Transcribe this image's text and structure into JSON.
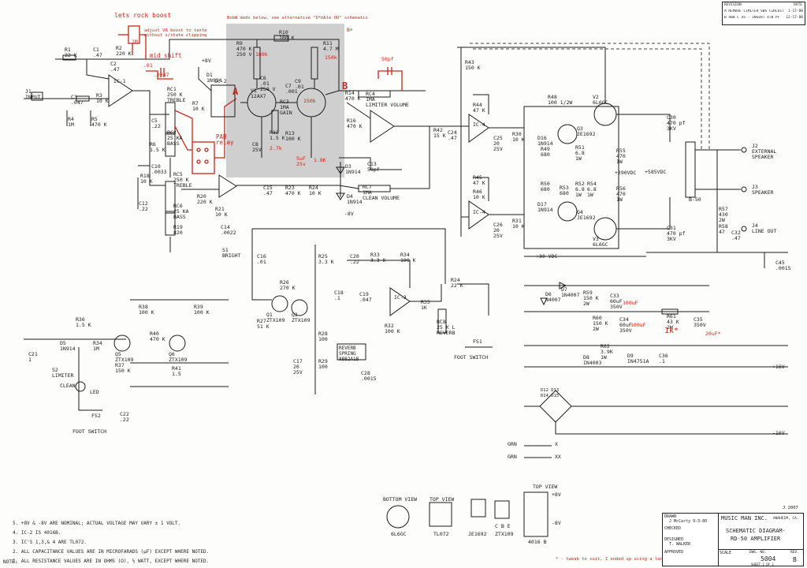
{
  "annotations": {
    "boost_title": "lets rock boost",
    "boost_note": "adjust VR boost to taste\nwithout s/state clipping",
    "boost_pot": "1M",
    "mid_shift": "mid shift",
    "mid_cap1": ".01",
    "mid_cap2": ".0047",
    "pab_relay": "PAB\nrelay",
    "bobw_note": "BobW mods below, see alternative \"D*mble OD\" schematic",
    "cap_50pf": "50pf",
    "point_a": "A",
    "point_b": "B",
    "bplus": "B+",
    "r9_red": "180k",
    "r11_red": "150k",
    "r13_red": "150k",
    "r12_red": "2.7k",
    "c_red": "5uF\n25v",
    "r_red": "1.8K",
    "cap_100uf_a": "100uF",
    "cap_100uf_b": "100uF",
    "r61_red": "1k*",
    "c35_red": "20uF*",
    "tweak_note": "* - tweak to suit, I ended up using a larger filter cap..."
  },
  "labels": {
    "input": "J1\nINPUT",
    "r1": "R1\n22 K",
    "c1": "C1\n.47",
    "r2": "R2\n220 K",
    "c2": "C2\n.47",
    "c3": "C3\n.047",
    "r3": "R3\n10 K",
    "r4": "R4\n1M",
    "r5": "R5\n470 K",
    "ic1": "IC-1",
    "rc1": "RC1\n250 K\nTREBLE",
    "rc2": "RC2\n25 KA\nBASS",
    "r6": "R6\n1.5 K",
    "c10": "C10\n.0033",
    "c12": "C12\n.22",
    "r18": "R18\n10 K",
    "rc5": "RC5\n250 K\nTREBLE",
    "rc6": "RC6\n25 KA\nBASS",
    "r19": "R19\n820",
    "c5": "C5\n.22",
    "r7": "R7\n10 K",
    "d1": "D1\n1N914",
    "ic2": "IC-2",
    "vplus8": "+8V",
    "r9": "R9\n470 K\n250 V",
    "r10": "R10\n100 K",
    "r11": "R11\n4.7 M",
    "v1": "V1\n12AX7",
    "c6": "C6\n.01\n250 V",
    "c7": "C7\n.001",
    "c9": "C9\n.01",
    "r12": "R12\n1.5 K",
    "r13": "R13\n100 K",
    "r14": "R14\n470 K",
    "rc3": "RC3\n1MA\nGAIN",
    "c8": "C8\n25V",
    "c15": "C15\n.47",
    "r23": "R23\n470 K",
    "r24": "R24\n10 K",
    "r20": "R20\n220 K",
    "r21": "R21\n10 K",
    "c14": "C14\n.0022",
    "s1": "S1\nBRIGHT",
    "rc4": "RC4\n1MA\nLIMITER VOLUME",
    "r16": "R16\n470 K",
    "c13": "C13\n50pf",
    "rc7": "RC7\n1MA\nCLEAN VOLUME",
    "d3": "D3\n1N914",
    "d4": "D4\n1N914",
    "minus8v": "-8V",
    "r42": "R42\n15 K",
    "c24": "C24\n.47",
    "r43": "R43\n150 K",
    "r44": "R44\n47 K",
    "ic4a": "IC-4",
    "ic4b": "IC-4",
    "c25": "C25\n20\n25V",
    "c26": "C26\n20\n25V",
    "r30": "R30\n10 K",
    "r31": "R31\n10 K",
    "r45": "R45\n47 K",
    "r46": "R46\n10 K",
    "r48": "R48\n100 1/2W",
    "r49": "R49\n680",
    "r50": "R50\n680",
    "r51": "R51\n6.8\n1W",
    "r52": "R52\n6.8\n1W",
    "r53": "R53\n680",
    "r54": "R54\n6.8\n1W",
    "q3": "Q3\nJE1692",
    "q4": "Q4\nJE1692",
    "d16": "D16\n1N914",
    "d17": "D17\n1N914",
    "v2": "V2\n6L6GC",
    "v3": "V3\n6L6GC",
    "r55": "R55\n470\n1W",
    "r56": "R56\n470\n1W",
    "c30": "C30\n470 pf\n3KV",
    "c31": "C31\n470 pf\n3KV",
    "b50": "B-50",
    "j2": "J2\nEXTERNAL\nSPEAKER",
    "j3": "J3\nSPEAKER",
    "j4": "J4\nLINE OUT",
    "r57": "R57\n430\n2W",
    "r58": "R58\n47",
    "c32": "C32\n.47",
    "c45": "C45\n.0015",
    "v585": "+585VDC",
    "v290": "+290VDC",
    "v30": "+30 VDC",
    "r25": "R25\n3.3 K",
    "c16": "C16\n.01",
    "r26": "R26\n270 K",
    "q1": "Q1\nZTX109",
    "q2": "Q2\nZTX109",
    "r27": "R27\n51 K",
    "c18": "C18\n.1",
    "r28": "R28\n100",
    "r29": "R29\n100",
    "c17": "C17\n20\n25V",
    "c20": "C20\n.22",
    "r33": "R33\n3.3 K",
    "r34": "R34\n100 K",
    "c19": "C19\n.047",
    "r32": "R32\n100 K",
    "ic3": "IC-3",
    "r35": "R35\n1K",
    "reverb": "REVERB\nSPRING\n8BB2A1B",
    "c28": "C28\n.0015",
    "rc8": "RC8\n25 K L\nREVERB",
    "r24b": "R24\n22 K",
    "fs1": "FS1",
    "foot_switch": "FOOT SWITCH",
    "d7": "D7\n1N4007",
    "d6": "D6\nN4007",
    "r59": "R59\n150 K\n2W",
    "r60": "R60\n150 K\n2W",
    "c33": "C33\n60uF\n350V",
    "c34": "C34\n60uF\n350V",
    "r61": "R61\n43 K\n2W",
    "c35": "C35\n350V",
    "d8": "D8\nIN4003",
    "r62": "R62\n3.9K\n1W",
    "d9": "D9\nIN4751A",
    "c36": "C36\n.1",
    "bridge": "D12 D13\nD14 D15",
    "r36": "R36\n1.5 K",
    "d5": "D5\n1N914",
    "r34b": "R34\n1M",
    "q5": "Q5\nZTX109",
    "q6": "Q6\nZTX109",
    "r38": "R38\n100 K",
    "r39": "R39\n100 K",
    "r40": "R40\n470 K",
    "r41": "R41\n1.5",
    "r37": "R37\n150 K",
    "c21": "C21\n1",
    "s2": "S2\nLIMITER",
    "clean": "CLEAN",
    "led": "LED",
    "fs2": "FS2",
    "c22": "C22\n.22",
    "foot_switch2": "FOOT SWITCH",
    "grn_x": "GRN",
    "grn_xx": "GRN",
    "x": "X",
    "xx": "XX",
    "minus16v": "-16V",
    "plus16v": "+16V"
  },
  "views": {
    "bottom_view": "BOTTOM VIEW",
    "top_view1": "TOP VIEW",
    "top_view2": "TOP VIEW",
    "tube": "6L6GC",
    "tl072": "TL072",
    "je1692": "JE1692",
    "cbe": "C B E",
    "ztx109": "ZTX109",
    "ic4016": "4016 B",
    "plus8v": "+8V",
    "minus8v": "-8V"
  },
  "notes": [
    "5.  +8V & -8V ARE NOMINAL; ACTUAL VOLTAGE MAY VARY ± 1 VOLT.",
    "4.  IC-2 IS 4016B.",
    "3.  IC'S 1,3,& 4 ARE TL072.",
    "2.  ALL CAPACITANCE VALUES ARE IN MICROFARADS (µF) EXCEPT WHERE NOTED.",
    "1.  ALL RESISTANCE VALUES ARE IN OHMS (Ω), ½ WATT, EXCEPT WHERE NOTED."
  ],
  "notes_label": "NOTE:",
  "title_block": {
    "drawn": "DRAWN",
    "drawn_by": "J McCarty 9-3-80",
    "checked": "CHECKED",
    "designed": "DESIGNED",
    "designed_by": "T. WALKER",
    "approved": "APPROVED",
    "company": "MUSIC MAN INC.",
    "location": "ANAHEIM, CA.",
    "title1": "SCHEMATIC DIAGRAM-",
    "title2": "RD-50 AMPLIFIER",
    "scale": "SCALE",
    "dwg_no_label": "DWG. NO.",
    "dwg_no": "5004",
    "rev_label": "REV.",
    "rev": "B",
    "sheet": "SHEET 1 OF 1",
    "date_stamp": "J 2007"
  },
  "revision": {
    "header_rev": "REVISION",
    "header_date": "DATE",
    "row_a": "A  REMOVE LIMITER SWS CIRCUIT, ADDED LIMITER SECTION",
    "row_a_date": "1-17-80",
    "row_b": "B  400 C 45 - INSERT 470 PF",
    "row_b_date": "12-17-80"
  }
}
